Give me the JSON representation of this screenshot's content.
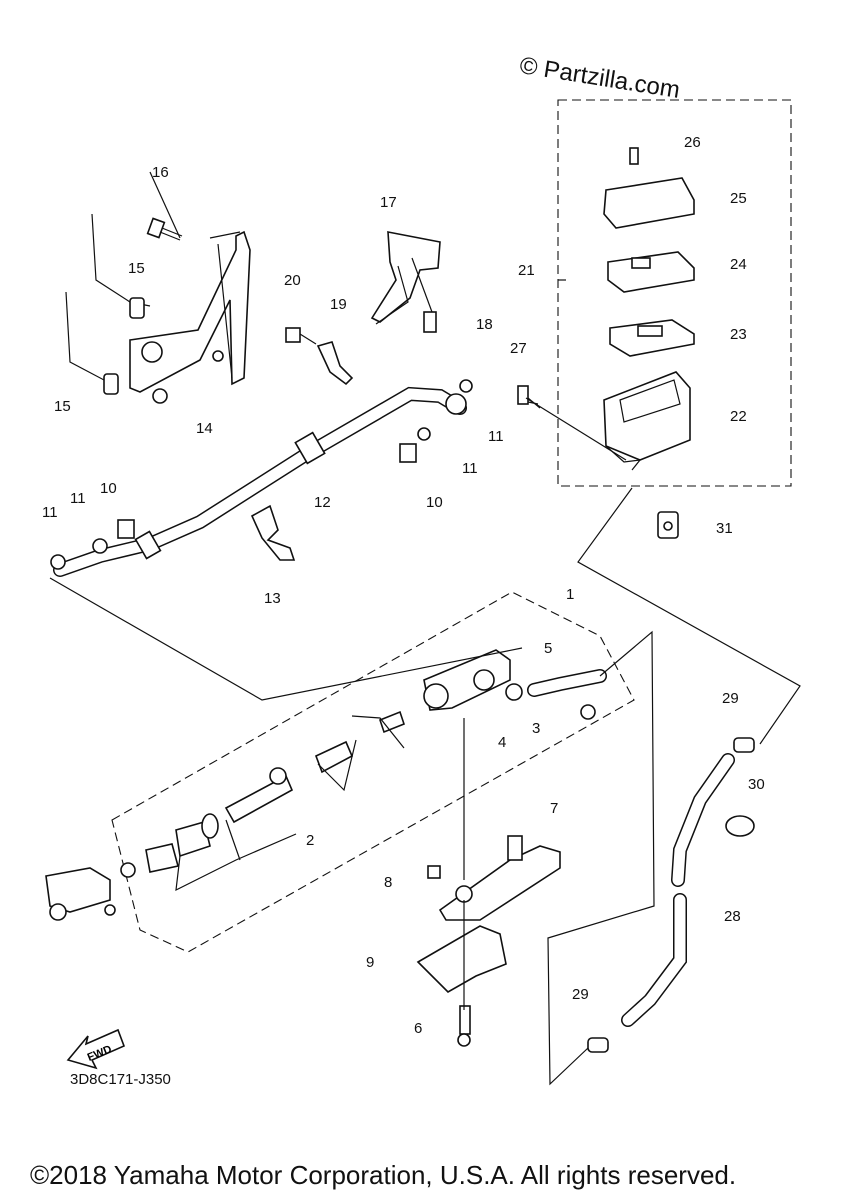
{
  "watermark": "© Partzilla.com",
  "diagram_code": "3D8C171-J350",
  "fwd_label": "FWD",
  "copyright": "©2018 Yamaha Motor Corporation, U.S.A. All rights reserved.",
  "callouts": [
    {
      "id": "c1",
      "text": "1"
    },
    {
      "id": "c2",
      "text": "2"
    },
    {
      "id": "c3",
      "text": "3"
    },
    {
      "id": "c4",
      "text": "4"
    },
    {
      "id": "c5",
      "text": "5"
    },
    {
      "id": "c6",
      "text": "6"
    },
    {
      "id": "c7",
      "text": "7"
    },
    {
      "id": "c8",
      "text": "8"
    },
    {
      "id": "c9",
      "text": "9"
    },
    {
      "id": "c10a",
      "text": "10"
    },
    {
      "id": "c10b",
      "text": "10"
    },
    {
      "id": "c11a",
      "text": "11"
    },
    {
      "id": "c11b",
      "text": "11"
    },
    {
      "id": "c11c",
      "text": "11"
    },
    {
      "id": "c11d",
      "text": "11"
    },
    {
      "id": "c12",
      "text": "12"
    },
    {
      "id": "c13",
      "text": "13"
    },
    {
      "id": "c14",
      "text": "14"
    },
    {
      "id": "c15a",
      "text": "15"
    },
    {
      "id": "c15b",
      "text": "15"
    },
    {
      "id": "c16",
      "text": "16"
    },
    {
      "id": "c17",
      "text": "17"
    },
    {
      "id": "c18",
      "text": "18"
    },
    {
      "id": "c19",
      "text": "19"
    },
    {
      "id": "c20",
      "text": "20"
    },
    {
      "id": "c21",
      "text": "21"
    },
    {
      "id": "c22",
      "text": "22"
    },
    {
      "id": "c23",
      "text": "23"
    },
    {
      "id": "c24",
      "text": "24"
    },
    {
      "id": "c25",
      "text": "25"
    },
    {
      "id": "c26",
      "text": "26"
    },
    {
      "id": "c27",
      "text": "27"
    },
    {
      "id": "c28",
      "text": "28"
    },
    {
      "id": "c29a",
      "text": "29"
    },
    {
      "id": "c29b",
      "text": "29"
    },
    {
      "id": "c30",
      "text": "30"
    },
    {
      "id": "c31",
      "text": "31"
    }
  ]
}
